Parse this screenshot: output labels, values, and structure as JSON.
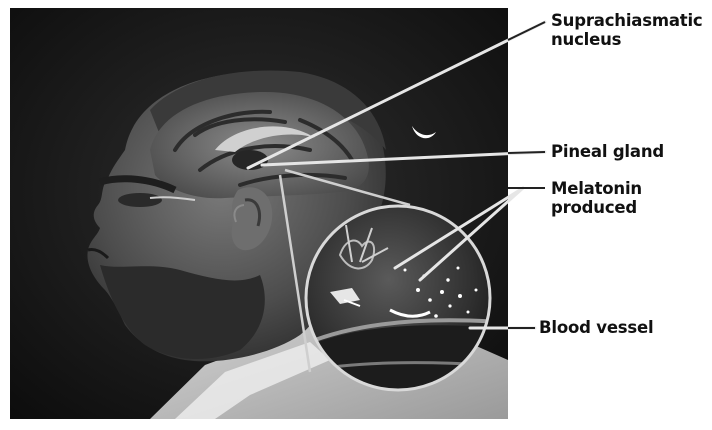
{
  "labels": {
    "scn_line1": "Suprachiasmatic",
    "scn_line2": "nucleus",
    "pineal": "Pineal gland",
    "melatonin_line1": "Melatonin",
    "melatonin_line2": "produced",
    "blood_vessel": "Blood vessel"
  },
  "colors": {
    "image_background": "#141414",
    "leader_lines": "#e0e0e0",
    "label_text": "#111111"
  }
}
